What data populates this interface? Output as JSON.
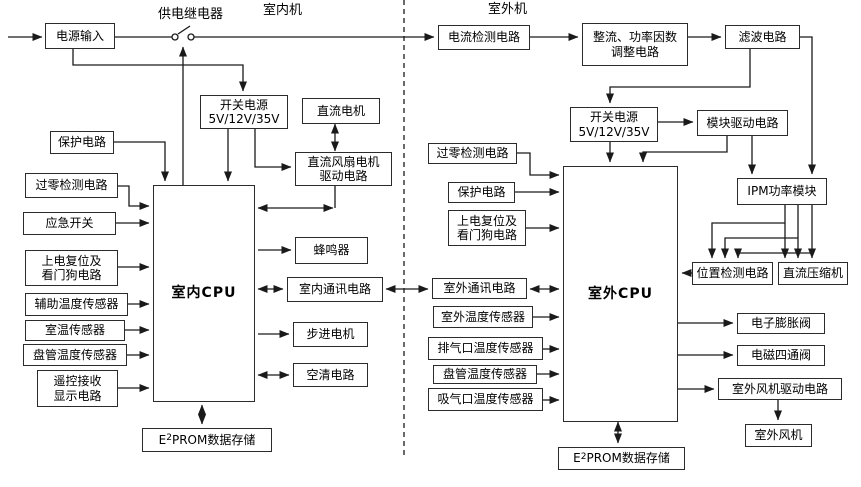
{
  "labels": {
    "indoor_unit": "室内机",
    "outdoor_unit": "室外机",
    "power_relay": "供电继电器"
  },
  "colors": {
    "line": "#1a1a1a",
    "box_border": "#2b2b2b",
    "background": "#ffffff",
    "text": "#000000"
  },
  "nodes": {
    "power_input": "电源输入",
    "switch_power_indoor": "开关电源\n5V/12V/35V",
    "dc_motor": "直流电机",
    "dc_fan_motor_driver": "直流风扇电机\n驱动电路",
    "protection_indoor": "保护电路",
    "zero_cross_indoor": "过零检测电路",
    "emergency_switch": "应急开关",
    "reset_watchdog_indoor": "上电复位及\n看门狗电路",
    "aux_temp_sensor": "辅助温度传感器",
    "room_temp_sensor": "室温传感器",
    "coil_temp_sensor_indoor": "盘管温度传感器",
    "remote_receive_display": "遥控接收\n显示电路",
    "cpu_indoor": "室内CPU",
    "buzzer": "蜂鸣器",
    "comm_indoor": "室内通讯电路",
    "stepper_motor": "步进电机",
    "air_clean": "空清电路",
    "eeprom_indoor": {
      "prefix": "E",
      "sup": "2",
      "suffix": "PROM数据存储"
    },
    "current_detect": "电流检测电路",
    "rectifier_pfc": "整流、功率因数\n调整电路",
    "filter": "滤波电路",
    "switch_power_outdoor": "开关电源\n5V/12V/35V",
    "module_driver": "模块驱动电路",
    "ipm_module": "IPM功率模块",
    "zero_cross_outdoor": "过零检测电路",
    "protection_outdoor": "保护电路",
    "reset_watchdog_outdoor": "上电复位及\n看门狗电路",
    "cpu_outdoor": "室外CPU",
    "comm_outdoor": "室外通讯电路",
    "outdoor_temp_sensor": "室外温度传感器",
    "exhaust_temp_sensor": "排气口温度传感器",
    "coil_temp_sensor_outdoor": "盘管温度传感器",
    "suction_temp_sensor": "吸气口温度传感器",
    "position_detect": "位置检测电路",
    "dc_compressor": "直流压缩机",
    "electronic_expansion_valve": "电子膨胀阀",
    "four_way_valve": "电磁四通阀",
    "outdoor_fan_driver": "室外风机驱动电路",
    "outdoor_fan": "室外风机",
    "eeprom_outdoor": {
      "prefix": "E",
      "sup": "2",
      "suffix": "PROM数据存储"
    }
  }
}
